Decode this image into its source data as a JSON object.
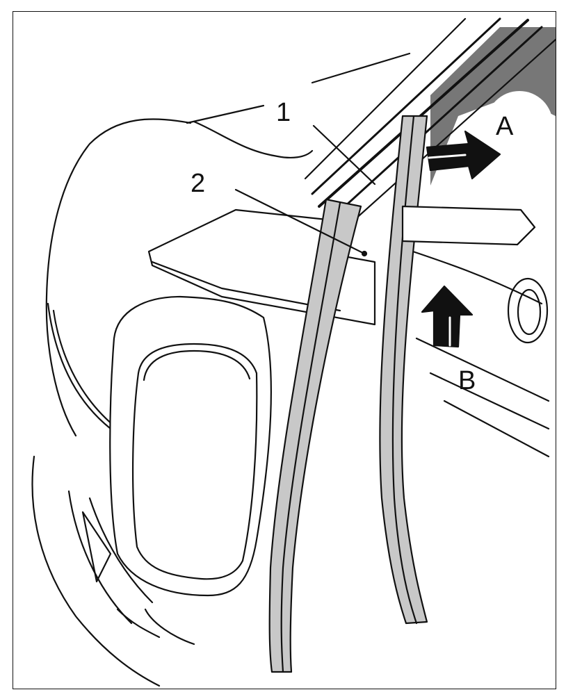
{
  "callouts": {
    "part_1": "1",
    "part_2": "2",
    "direction_a": "A",
    "direction_b": "B"
  },
  "colors": {
    "ink": "#111111",
    "strip_fill": "#c8c8c8",
    "window_shadow": "#777777",
    "paper": "#ffffff"
  }
}
